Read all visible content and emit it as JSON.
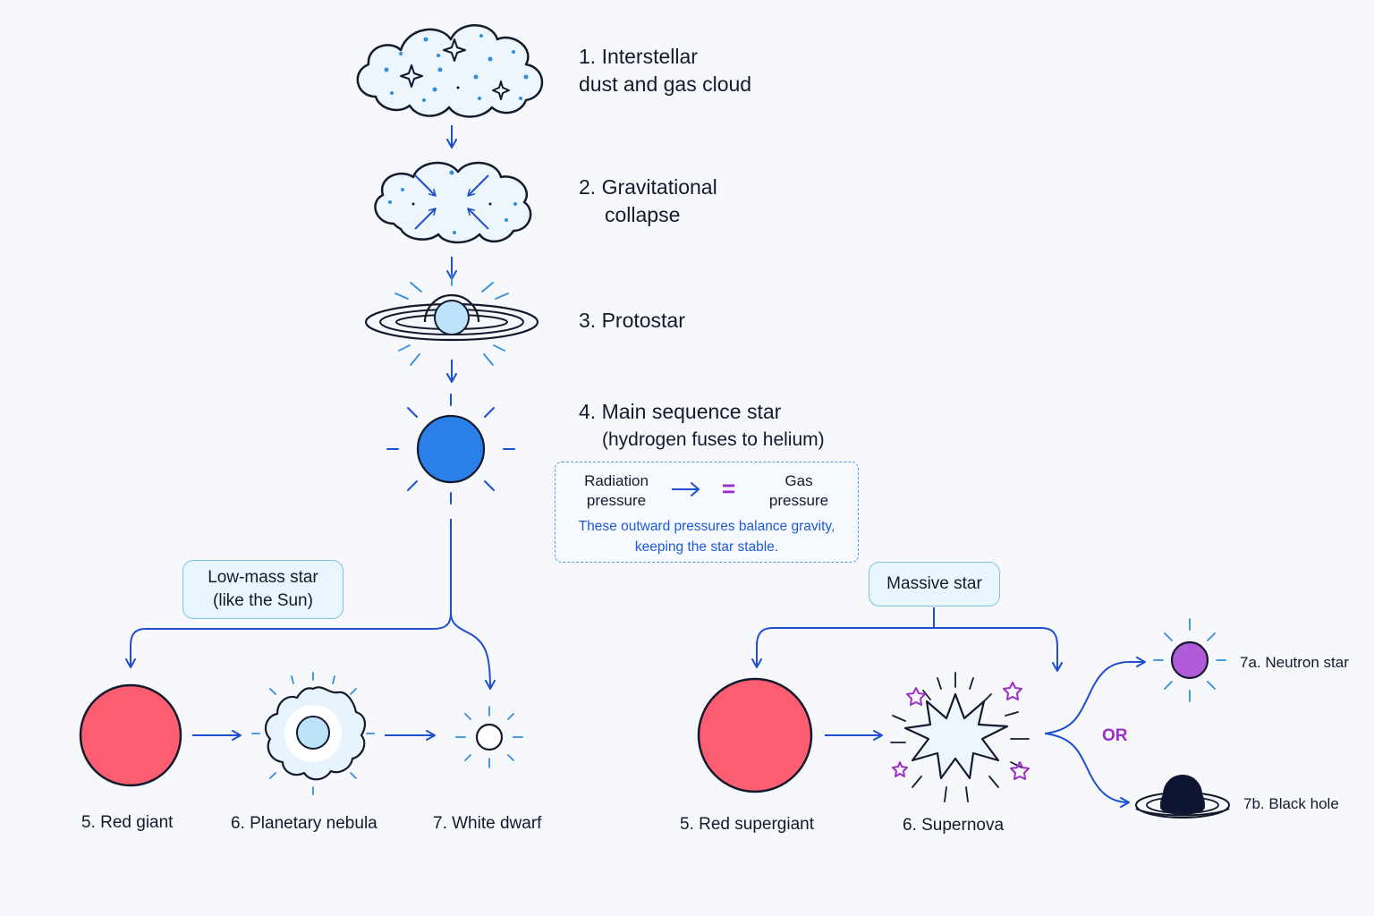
{
  "steps": {
    "s1": {
      "line1": "1. Interstellar",
      "line2": "dust and gas cloud"
    },
    "s2": {
      "line1": "2. Gravitational",
      "line2": "collapse"
    },
    "s3": {
      "line1": "3. Protostar"
    },
    "s4": {
      "line1": "4. Main sequence star",
      "line2": "(hydrogen fuses to helium)"
    }
  },
  "balance": {
    "left_line1": "Radiation",
    "left_line2": "pressure",
    "equals": "=",
    "right_line1": "Gas",
    "right_line2": "pressure",
    "note_line1": "These outward pressures balance gravity,",
    "note_line2": "keeping the star stable."
  },
  "branches": {
    "low_mass": {
      "line1": "Low-mass star",
      "line2": "(like the Sun)"
    },
    "massive": {
      "line1": "Massive star"
    }
  },
  "low_path": {
    "red_giant": "5. Red giant",
    "planetary_nebula": "6. Planetary nebula",
    "white_dwarf": "7. White dwarf"
  },
  "massive_path": {
    "red_supergiant": "5. Red supergiant",
    "supernova": "6. Supernova",
    "or": "OR",
    "neutron_star": "7a. Neutron star",
    "black_hole": "7b. Black hole"
  },
  "colors": {
    "arrow": "#1e4fd0",
    "main_star": "#2a7fe8",
    "red_star": "#fd5d71",
    "light_blue": "#bde3fa",
    "cloud_fill": "#edf6fd",
    "purple": "#9b2fc8",
    "neutron_star": "#b25bd8",
    "black_hole": "#0e1533",
    "outline": "#141a2e"
  }
}
